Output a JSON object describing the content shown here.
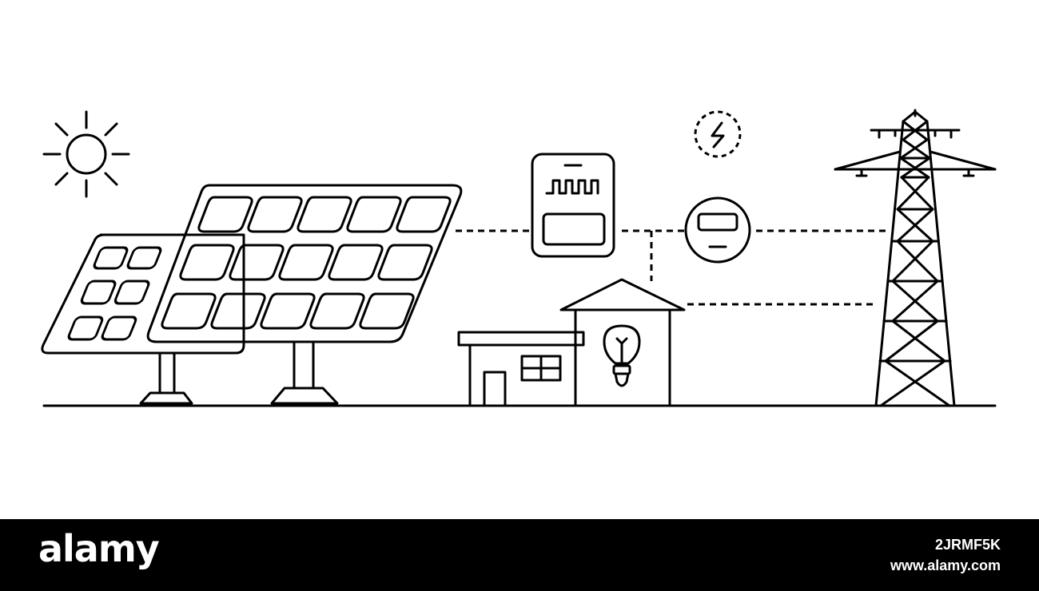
{
  "footer": {
    "brand": "alamy",
    "image_id": "2JRMF5K",
    "site": "www.alamy.com",
    "background": "#000000",
    "text_color": "#ffffff"
  },
  "illustration": {
    "stroke_color": "#000000",
    "elements": [
      "sun-icon",
      "solar-panel-small",
      "solar-panel-large",
      "inverter-icon",
      "electric-meter-icon",
      "lightning-badge-icon",
      "house",
      "transmission-tower",
      "ground-line"
    ]
  }
}
